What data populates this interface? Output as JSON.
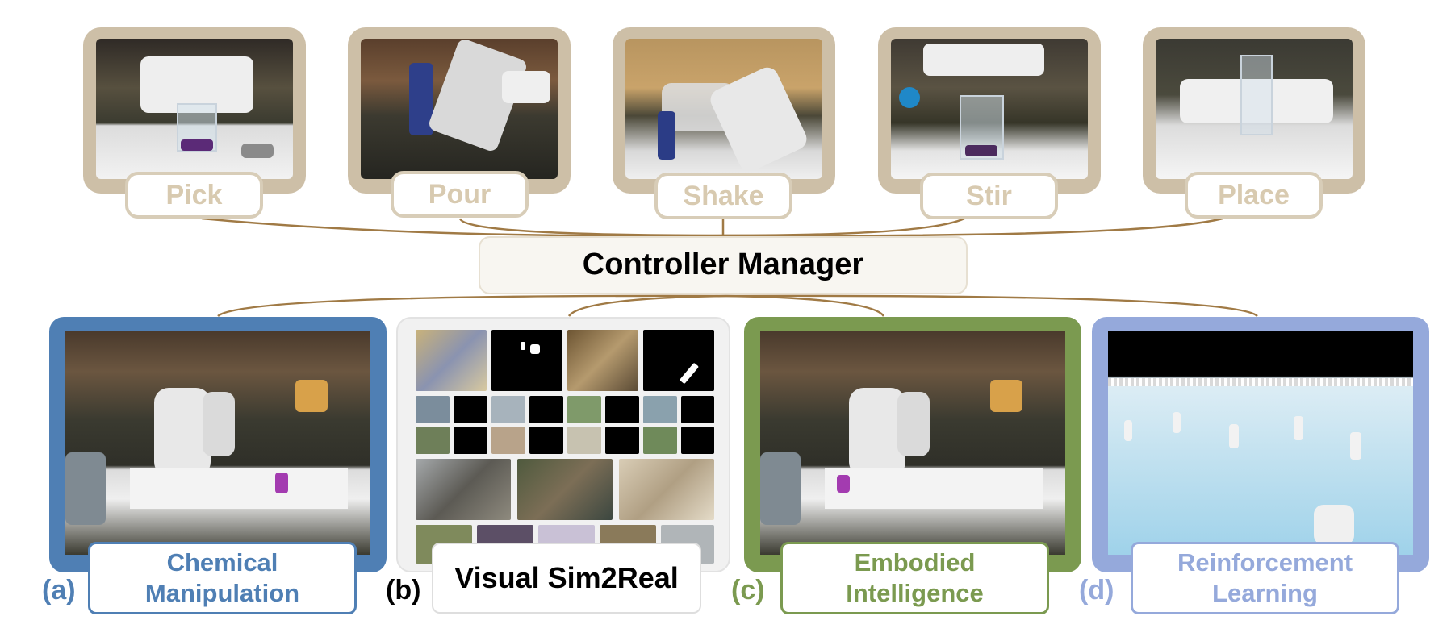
{
  "skills": [
    {
      "label": "Pick"
    },
    {
      "label": "Pour"
    },
    {
      "label": "Shake"
    },
    {
      "label": "Stir"
    },
    {
      "label": "Place"
    }
  ],
  "manager": {
    "label": "Controller Manager"
  },
  "panels": [
    {
      "tag": "(a)",
      "caption_line1": "Chemical",
      "caption_line2": "Manipulation",
      "color": "#4f7fb4"
    },
    {
      "tag": "(b)",
      "caption": "Visual Sim2Real",
      "color": "#000000"
    },
    {
      "tag": "(c)",
      "caption_line1": "Embodied",
      "caption_line2": "Intelligence",
      "color": "#7b9a50"
    },
    {
      "tag": "(d)",
      "caption_line1": "Reinforcement",
      "caption_line2": "Learning",
      "color": "#95a9db"
    }
  ],
  "colors": {
    "skill_frame": "#cdbfa7",
    "connector": "#a07a45",
    "panel_a": "#4f7fb4",
    "panel_c": "#7b9a50",
    "panel_d": "#95a9db"
  }
}
